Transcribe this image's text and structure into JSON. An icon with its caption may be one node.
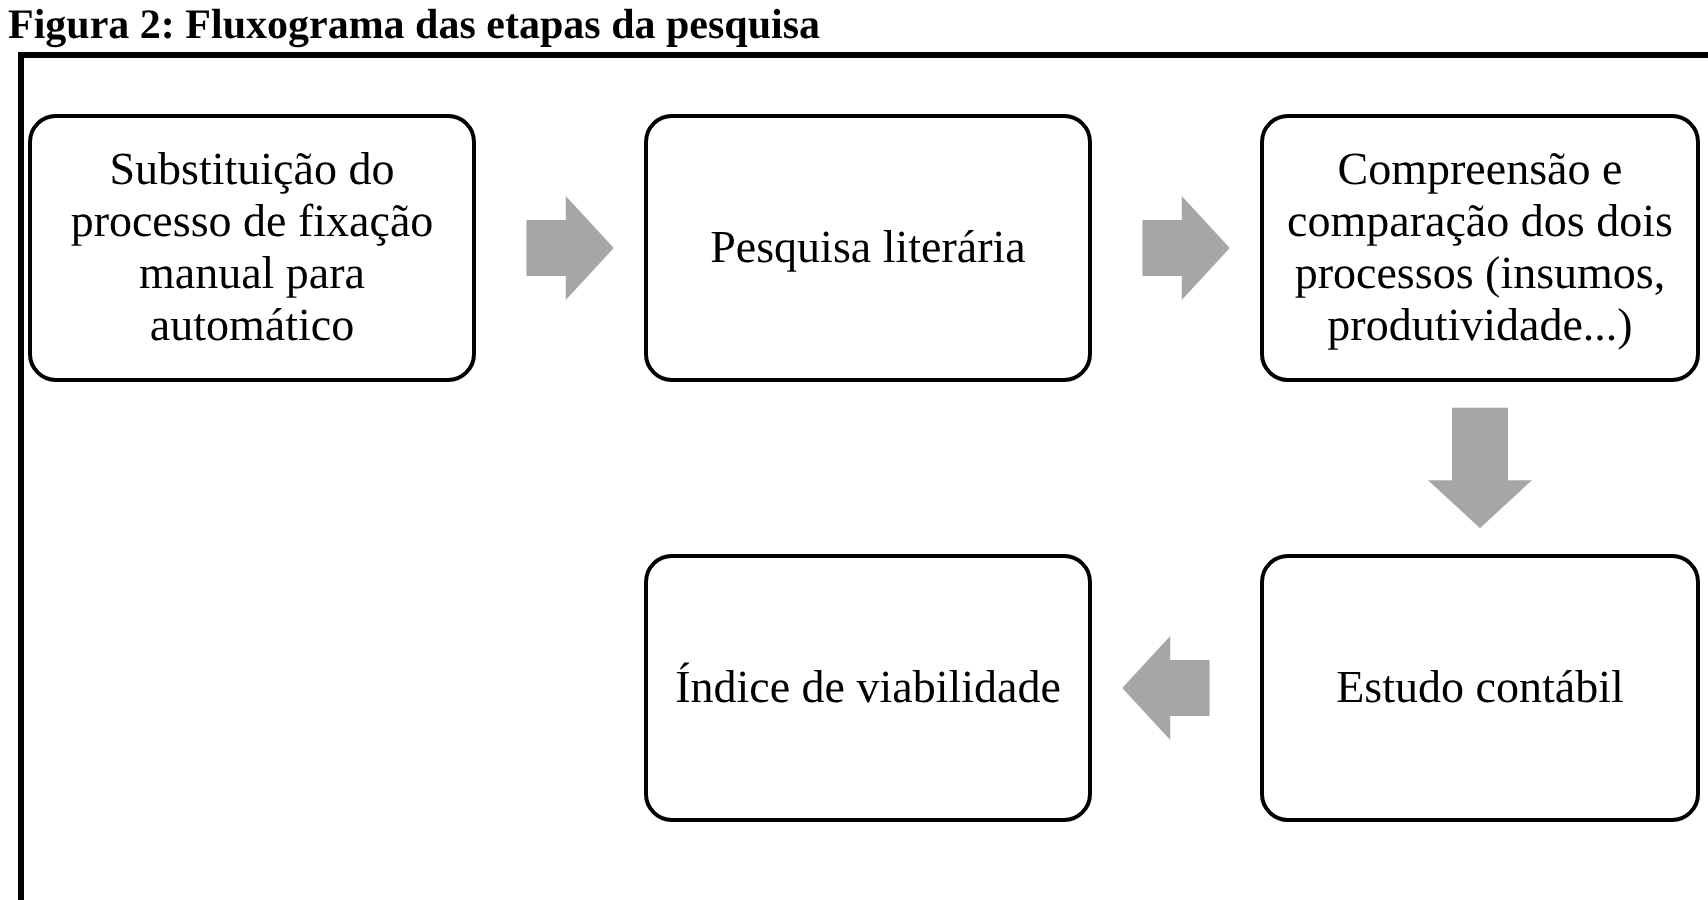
{
  "diagram": {
    "title": "Figura 2: Fluxograma das etapas da pesquisa",
    "nodes": [
      {
        "text": [
          "Substituição do processo de fixação manual para automático"
        ]
      },
      {
        "text": [
          "Pesquisa literária"
        ]
      },
      {
        "text": [
          "Compreensão e comparação dos dois processos (insumos, produtividade...)"
        ]
      },
      {
        "text": [
          "Índice de viabilidade"
        ]
      },
      {
        "text": [
          "Estudo contábil"
        ]
      }
    ],
    "edges": [
      {
        "from": 0,
        "to": 1,
        "arrow": "to"
      },
      {
        "from": 1,
        "to": 2,
        "arrow": "to"
      },
      {
        "from": 2,
        "to": 4,
        "arrow": "to"
      },
      {
        "from": 4,
        "to": 3,
        "arrow": "to"
      }
    ]
  }
}
